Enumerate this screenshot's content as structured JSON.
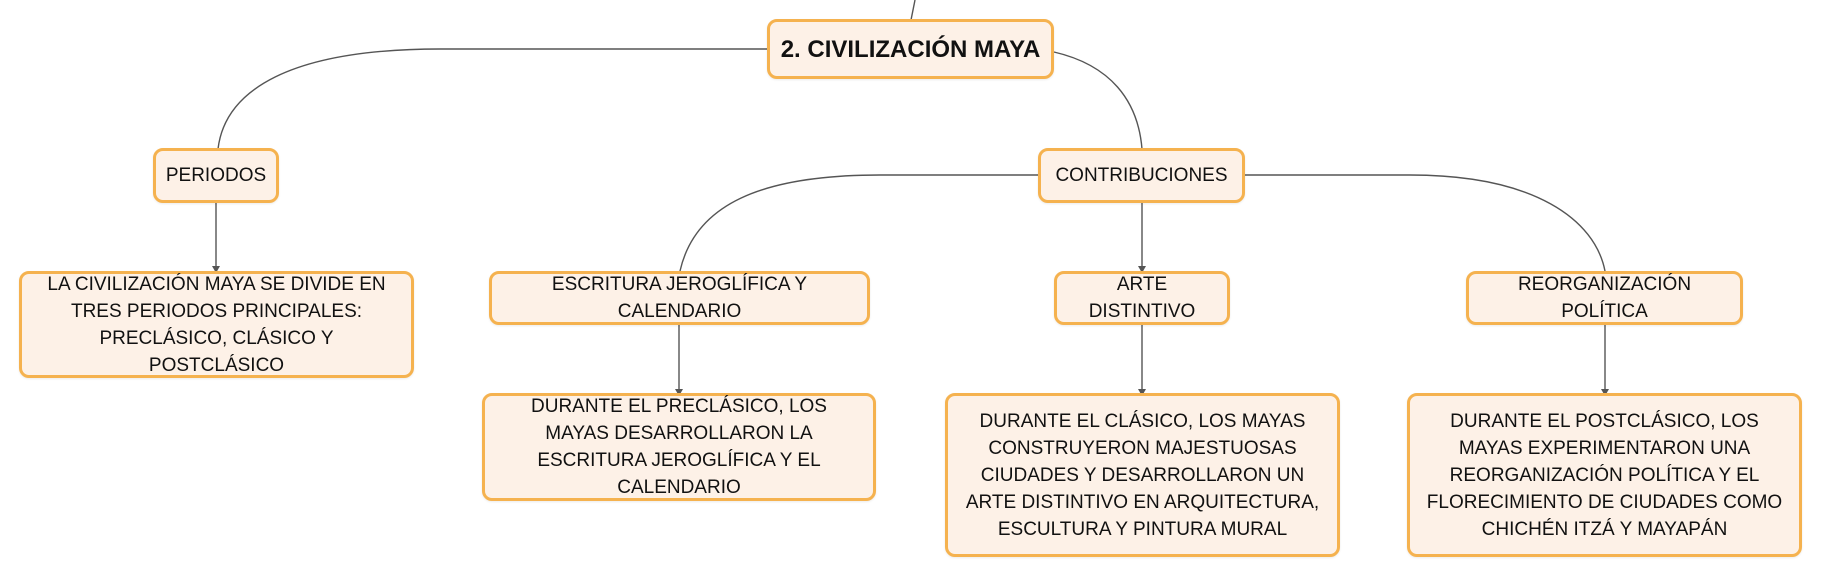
{
  "colors": {
    "node_fill": "#fdf1e7",
    "node_border": "#f5b24f",
    "connector": "#555555",
    "text": "#111111"
  },
  "mindmap": {
    "root": {
      "label": "2. CIVILIZACIÓN MAYA"
    },
    "periodos": {
      "label": "PERIODOS",
      "detail": "LA CIVILIZACIÓN MAYA SE DIVIDE EN TRES PERIODOS PRINCIPALES: PRECLÁSICO, CLÁSICO Y POSTCLÁSICO"
    },
    "contribuciones": {
      "label": "CONTRIBUCIONES",
      "children": [
        {
          "label": "ESCRITURA JEROGLÍFICA Y CALENDARIO",
          "detail": "DURANTE EL PRECLÁSICO, LOS MAYAS DESARROLLARON LA ESCRITURA JEROGLÍFICA Y EL CALENDARIO"
        },
        {
          "label": "ARTE DISTINTIVO",
          "detail": "DURANTE EL CLÁSICO, LOS MAYAS CONSTRUYERON MAJESTUOSAS CIUDADES Y DESARROLLARON UN ARTE DISTINTIVO EN ARQUITECTURA, ESCULTURA Y PINTURA MURAL"
        },
        {
          "label": "REORGANIZACIÓN POLÍTICA",
          "detail": "DURANTE EL POSTCLÁSICO, LOS MAYAS EXPERIMENTARON UNA REORGANIZACIÓN POLÍTICA Y EL FLORECIMIENTO DE CIUDADES COMO CHICHÉN ITZÁ Y MAYAPÁN"
        }
      ]
    }
  }
}
